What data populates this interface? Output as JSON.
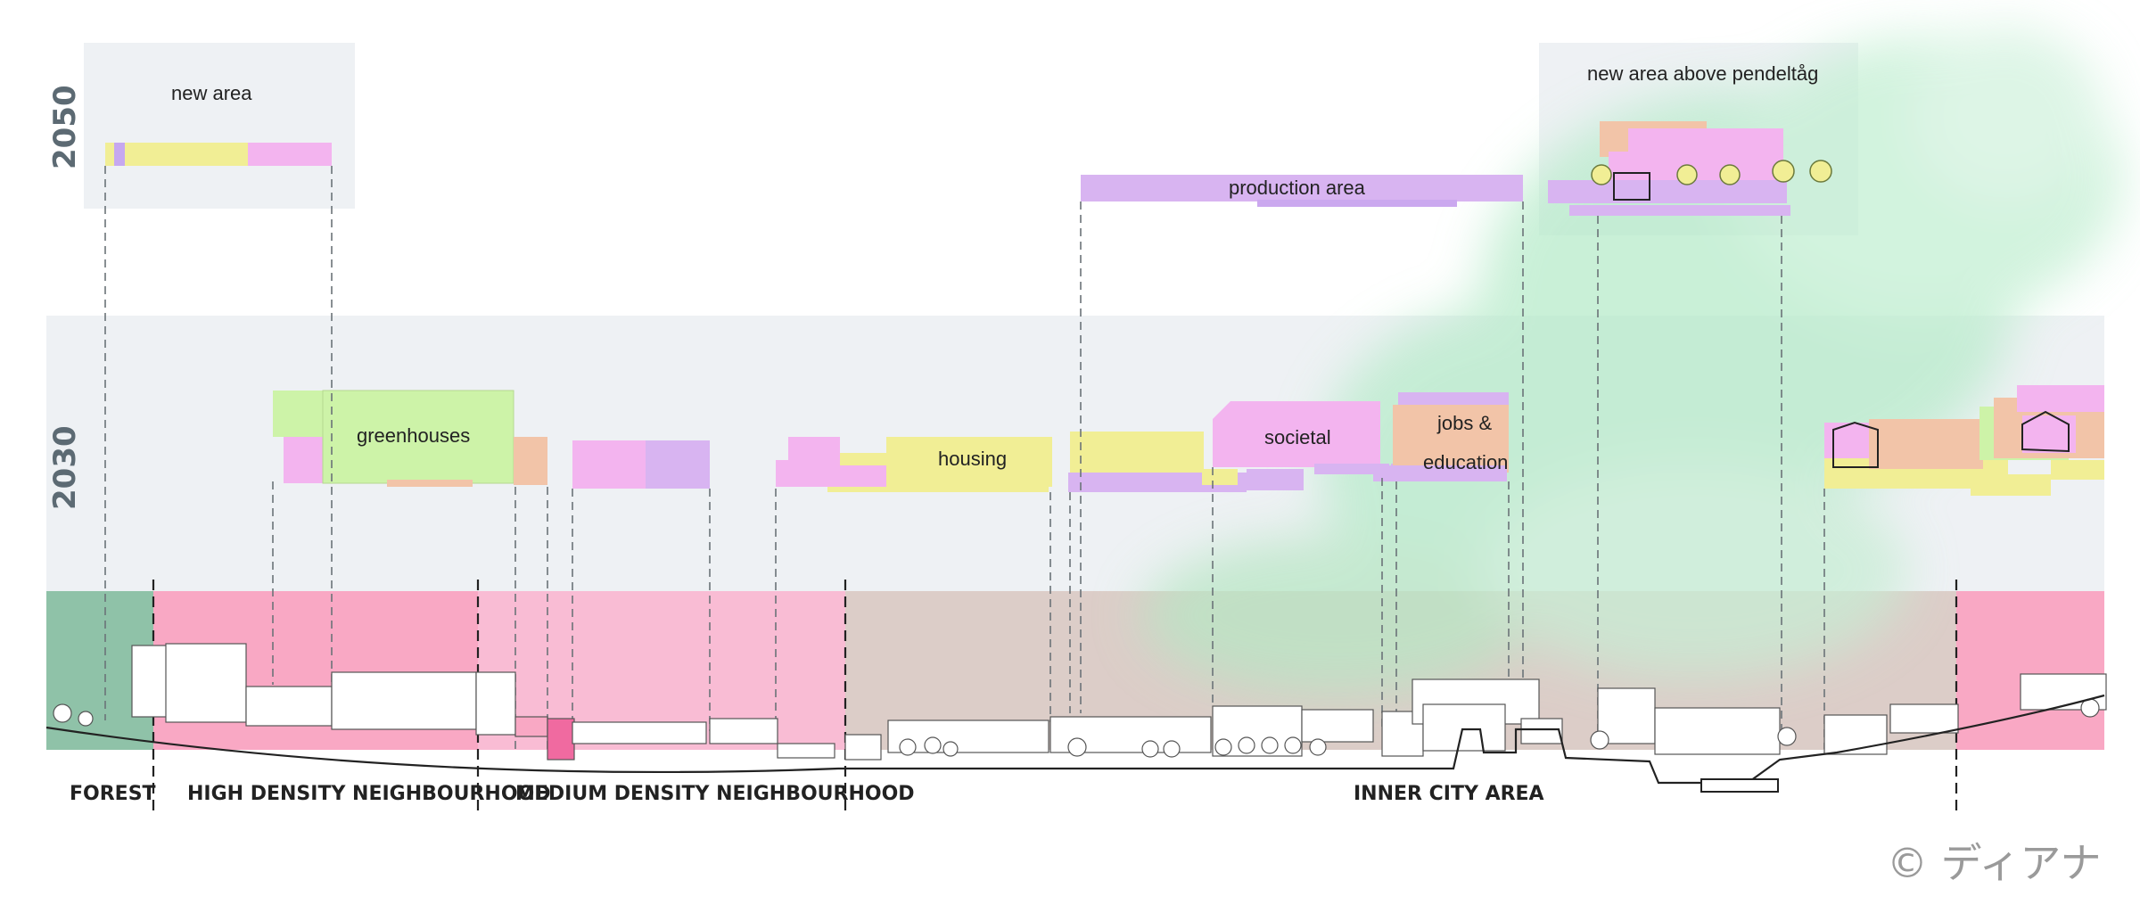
{
  "years": {
    "y2050": "2050",
    "y2030": "2030"
  },
  "labels": {
    "new_area": "new area",
    "new_area_above": "new area above pendeltåg",
    "production_area": "production area",
    "greenhouses": "greenhouses",
    "housing": "housing",
    "societal": "societal",
    "jobs_line1": "jobs &",
    "jobs_line2": "education"
  },
  "zones": {
    "forest": "FOREST",
    "high_density": "HIGH DENSITY NEIGHBOURHOOD",
    "medium_density": "MEDIUM DENSITY NEIGHBOURHOOD",
    "inner_city": "INNER CITY AREA"
  },
  "watermark": "© ディアナ",
  "colors": {
    "band_2030": "#eef1f4",
    "band_2050": "#eef1f4",
    "pink_band": "#f9a8c4",
    "forest_band": "#8fc2a8",
    "inner_band": "#d9cbc6",
    "yellow": "#f1ee95",
    "pink_block": "#f3b4ef",
    "purple_block": "#d8b4f1",
    "peach_block": "#f2c4a8",
    "green_block": "#cdf3a8",
    "cloud": "#a8e6c0",
    "year_text": "#5c6a73"
  }
}
